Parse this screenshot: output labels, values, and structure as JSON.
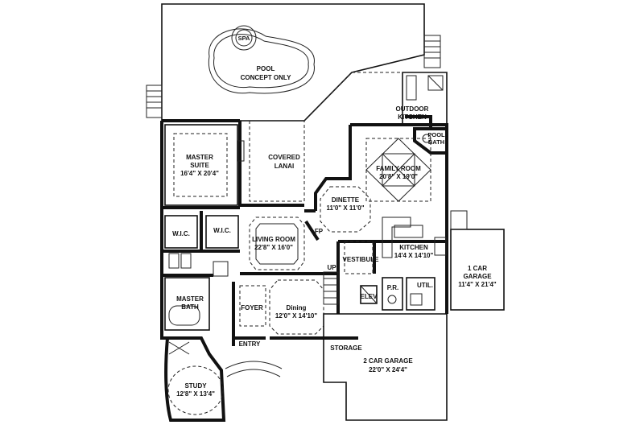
{
  "rooms": {
    "spa": "SPA",
    "pool": [
      "POOL",
      "CONCEPT ONLY"
    ],
    "outdoor_kitchen": [
      "OUTDOOR",
      "KITCHEN"
    ],
    "pool_bath": [
      "POOL",
      "BATH"
    ],
    "master_suite": [
      "MASTER",
      "SUITE",
      "16'4\" X 20'4\""
    ],
    "covered_lanai": [
      "COVERED",
      "LANAI"
    ],
    "family_room": [
      "FAMILY ROOM",
      "20'8\" X 19'0\""
    ],
    "dinette": [
      "DINETTE",
      "11'0\" X 11'0\""
    ],
    "wic_left": "W.I.C.",
    "wic_right": "W.I.C.",
    "living_room": [
      "LIVING ROOM",
      "22'8\" X 16'0\""
    ],
    "fp": "FP",
    "kitchen": [
      "KITCHEN",
      "14'4 X 14'10\""
    ],
    "vestibule": "VESTIBULE",
    "up": "UP",
    "one_car_garage": [
      "1 CAR",
      "GARAGE",
      "11'4\" X 21'4\""
    ],
    "pr": "P.R.",
    "util": "UTIL.",
    "master_bath": [
      "MASTER",
      "BATH"
    ],
    "foyer": "FOYER",
    "dining": [
      "Dining",
      "12'0\" X 14'10\""
    ],
    "elev": "ELEV",
    "entry": "ENTRY",
    "storage": "STORAGE",
    "two_car_garage": [
      "2 CAR GARAGE",
      "22'0\" X 24'4\""
    ],
    "study": [
      "STUDY",
      "12'8\" X 13'4\""
    ]
  }
}
